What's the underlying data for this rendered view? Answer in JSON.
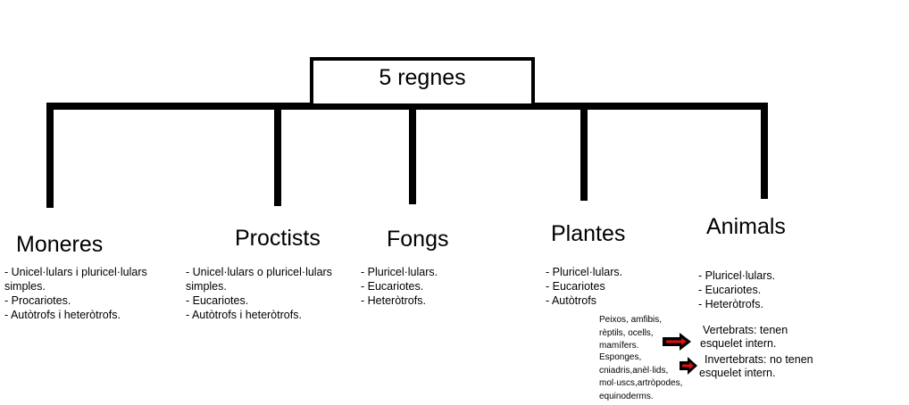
{
  "title": "5 regnes",
  "kingdoms": [
    {
      "name": "Moneres",
      "lines": [
        "- Unicel·lulars i pluricel·lulars",
        "simples.",
        "- Procariotes.",
        "- Autòtrofs i heteròtrofs."
      ]
    },
    {
      "name": "Proctists",
      "lines": [
        "- Unicel·lulars o pluricel·lulars",
        "simples.",
        "- Eucariotes.",
        "- Autòtrofs i heteròtrofs."
      ]
    },
    {
      "name": "Fongs",
      "lines": [
        "- Pluricel·lulars.",
        "- Eucariotes.",
        "- Heteròtrofs."
      ]
    },
    {
      "name": "Plantes",
      "lines": [
        "- Pluricel·lulars.",
        "- Eucariotes",
        "- Autòtrofs"
      ]
    },
    {
      "name": "Animals",
      "lines": [
        "- Pluricel·lulars.",
        "- Eucariotes.",
        "- Heteròtrofs."
      ]
    }
  ],
  "animal_groups": {
    "vertebrates_examples": [
      "Peixos, amfibis,",
      "rèptils, ocells,",
      "mamífers."
    ],
    "invertebrates_examples": [
      "Esponges,",
      "cniadris,anèl·lids,",
      "mol·uscs,artròpodes,",
      "equinoderms."
    ],
    "vertebrates_note": [
      "Vertebrats: tenen",
      "esquelet intern."
    ],
    "invertebrates_note": [
      "Invertebrats: no tenen",
      "esquelet intern."
    ]
  },
  "colors": {
    "line": "#000000",
    "arrow_fill": "#000000",
    "arrow_inner": "#e01010"
  }
}
